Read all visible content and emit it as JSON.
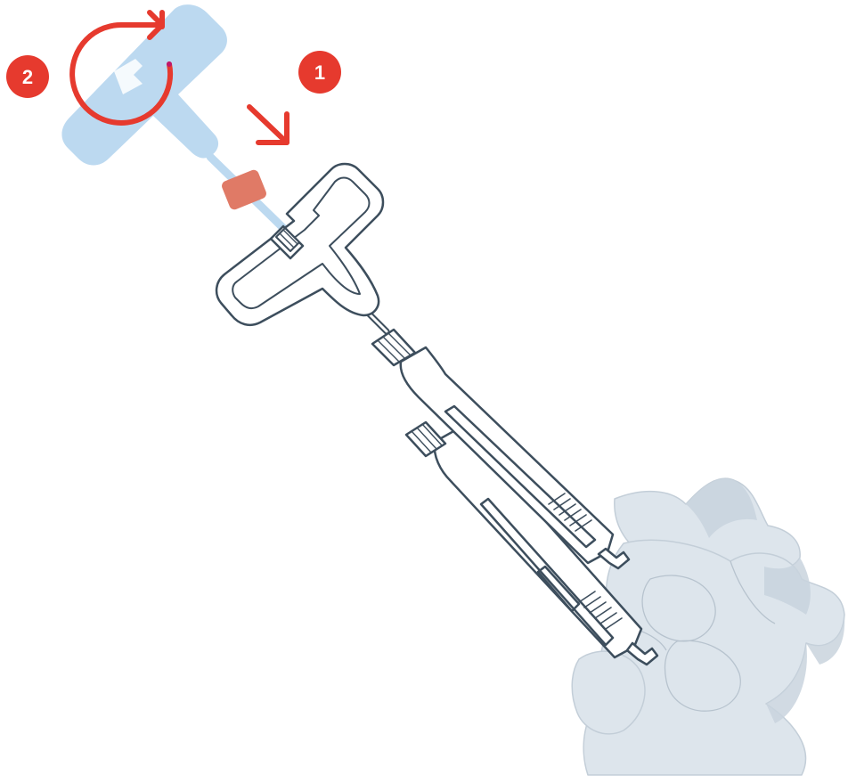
{
  "steps": [
    {
      "number": "1",
      "action": "push-down"
    },
    {
      "number": "2",
      "action": "rotate-clockwise"
    }
  ],
  "icons": {
    "step1": "arrow-down-right-icon",
    "step2": "rotate-clockwise-icon"
  },
  "colors": {
    "accent_red": "#e63a2e",
    "ghost_handle": "#bcd9f0",
    "ghost_cap": "#e07a66",
    "outline": "#3d4e5d",
    "instrument_fill": "#ffffff",
    "vertebra_fill": "#dde5ec",
    "vertebra_shade": "#c7d2dc"
  }
}
